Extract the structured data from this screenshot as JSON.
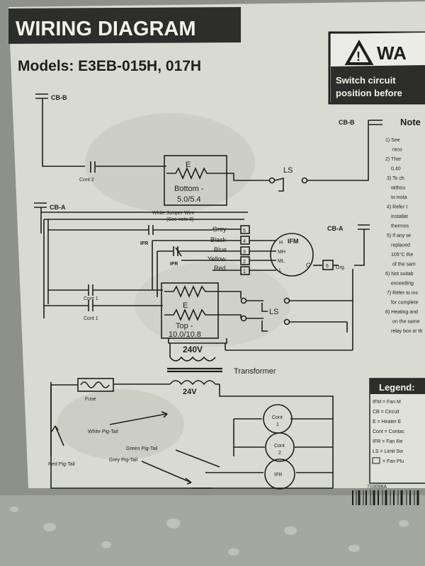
{
  "header": {
    "title": "WIRING DIAGRAM",
    "models": "Models: E3EB-015H, 017H"
  },
  "warning": {
    "title": "WA",
    "line1": "Switch circuit",
    "line2": "position before"
  },
  "notes": {
    "title": "Note",
    "items": [
      "1) See",
      "reco",
      "2) Ther",
      "0.40",
      "3) To ch",
      "withou",
      "to insta",
      "4) Refer t",
      "installat",
      "thermos",
      "5) If any wi",
      "replaced",
      "105°C the",
      "of the sam",
      "6) Not suitab",
      "exceeding",
      "7) Refer to ins",
      "for complete",
      "8) Heating and",
      "on the same",
      "relay box or th"
    ]
  },
  "legend": {
    "title": "Legend:",
    "items": [
      "IFM = Fan M",
      "CB = Circuit",
      "E = Heater E",
      "Cont = Contac",
      "IFR = Fan Re",
      "LS = Limit Sw",
      "= Fan Plu"
    ]
  },
  "diagram": {
    "cb_b_left": "CB-B",
    "cb_b_right": "CB-B",
    "cb_a_left": "CB-A",
    "cb_a_right": "CB-A",
    "cont2": "Cont 2",
    "cont1a": "Cont 1",
    "cont1b": "Cont 1",
    "heater_bottom_e": "E",
    "heater_bottom_label": "Bottom -",
    "heater_bottom_value": "5.0/5.4",
    "heater_top_e": "E",
    "heater_top_label": "Top -",
    "heater_top_value": "10.0/10.8",
    "ls1": "LS",
    "ls2": "LS",
    "jumper_note": "White Jumper Wire",
    "jumper_note2": "(See note 8)",
    "ifr1": "IFR",
    "ifr2": "IFR",
    "wire_grey": "Grey",
    "wire_black": "Black",
    "wire_blue": "Blue",
    "wire_yellow": "Yellow",
    "wire_red": "Red",
    "term5": "5",
    "term4": "4",
    "term3": "3",
    "term2": "2",
    "term1": "1",
    "ifm": "IFM",
    "ifm_h": "H",
    "ifm_mh": "MH",
    "ifm_ml": "ML",
    "ifm_l": "L",
    "ifm_c": "C",
    "term6": "6",
    "org": "Org.",
    "v240": "240V",
    "v24": "24V",
    "transformer": "Transformer",
    "fuse": "Fuse",
    "white_pig": "White Pig-Tail",
    "green_pig": "Green Pig-Tail",
    "grey_pig": "Grey Pig-Tail",
    "red_pig": "Red Pig-Tail",
    "coil_cont1": "Cont",
    "coil_cont1_n": "1",
    "coil_cont2": "Cont",
    "coil_cont2_n": "2",
    "coil_ifr": "IFR",
    "partno": "710096A"
  }
}
